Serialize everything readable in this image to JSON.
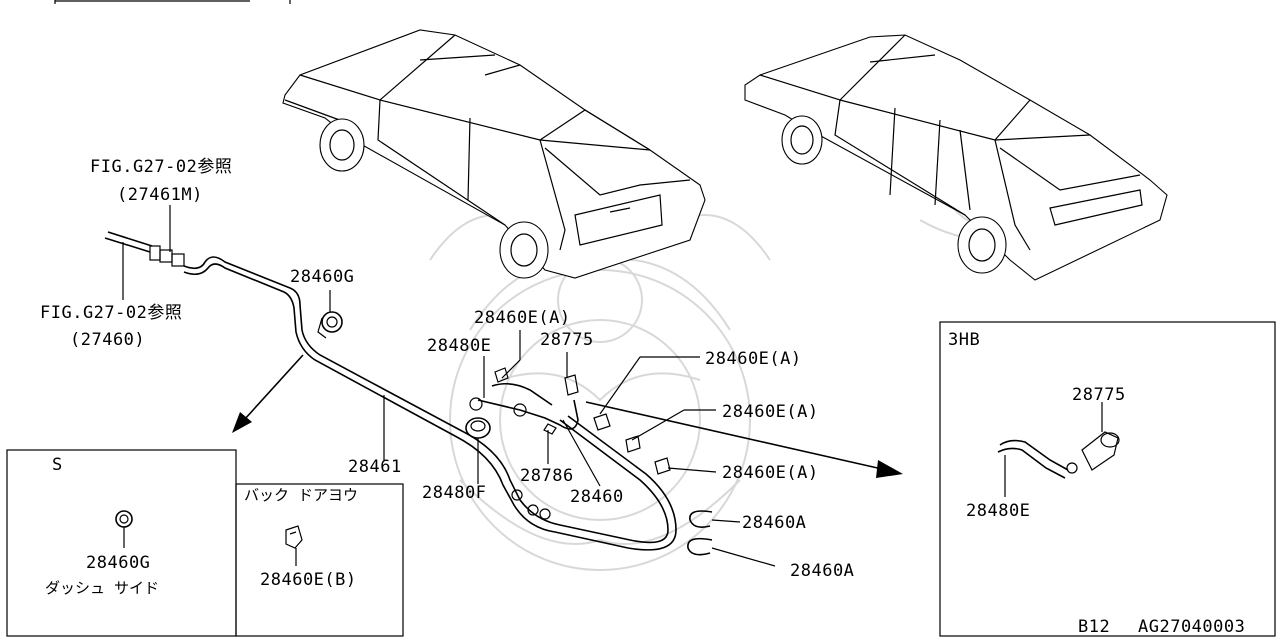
{
  "callouts": {
    "ref_27461m_fig": "FIG.G27-02参照",
    "ref_27461m_part": "(27461M)",
    "ref_27460_fig": "FIG.G27-02参照",
    "ref_27460_part": "(27460)",
    "p28460g": "28460G",
    "p28461": "28461",
    "p28460ea_1": "28460E(A)",
    "p28480e": "28480E",
    "p28775": "28775",
    "p28460ea_2": "28460E(A)",
    "p28460ea_3": "28460E(A)",
    "p28460ea_4": "28460E(A)",
    "p28786": "28786",
    "p28480f": "28480F",
    "p28460": "28460",
    "p28460a_1": "28460A",
    "p28460a_2": "28460A"
  },
  "inset_s": {
    "title": "S",
    "part": "28460G",
    "caption": "ダッシュ サイド"
  },
  "inset_backdoor": {
    "title": "バック ドアヨウ",
    "part": "28460E(B)"
  },
  "inset_3hb": {
    "title": "3HB",
    "part_top": "28775",
    "part_bottom": "28480E"
  },
  "footer": {
    "model": "B12",
    "figure_code": "AG27040003"
  }
}
